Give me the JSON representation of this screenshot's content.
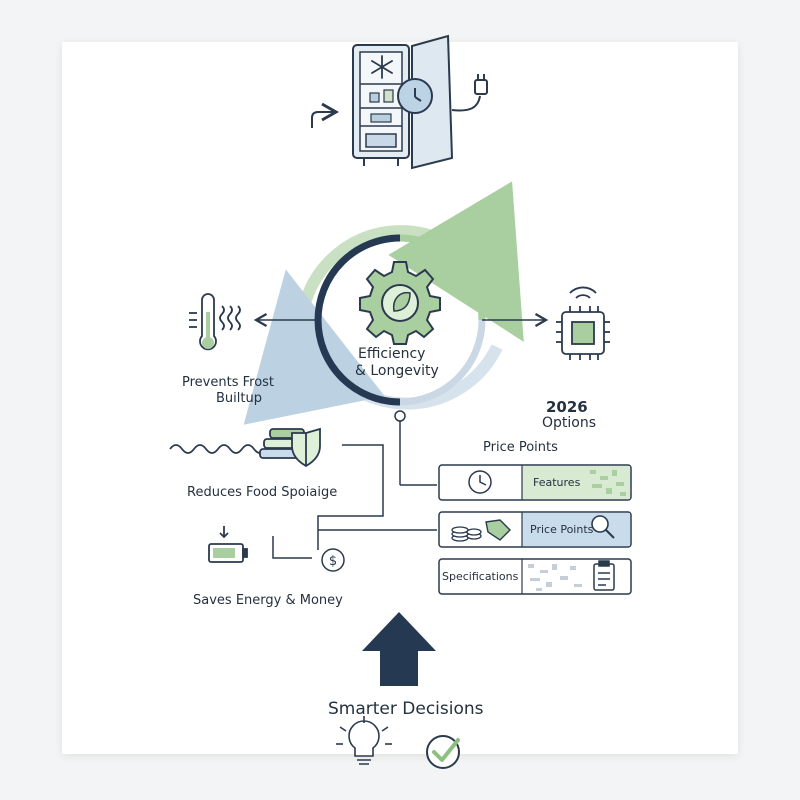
{
  "center": {
    "line1": "Efficiency",
    "line2": "& Longevity"
  },
  "benefits": {
    "frost": {
      "line1": "Prevents Frost",
      "line2": "Builtup"
    },
    "food": "Reduces Food Spoiaige",
    "energy": "Saves Energy & Money"
  },
  "options": {
    "year": "2026",
    "label": "Options"
  },
  "price_points_heading": "Price Points",
  "rows": [
    {
      "label": "Features"
    },
    {
      "label": "Price Points"
    },
    {
      "label": "Specifications"
    }
  ],
  "footer": {
    "label": "Smarter Decisions"
  },
  "colors": {
    "navy": "#253a52",
    "green": "#a9cfa0",
    "blue": "#b7cfe0",
    "accent_green": "#d8ead2",
    "accent_blue": "#c9dcec"
  }
}
